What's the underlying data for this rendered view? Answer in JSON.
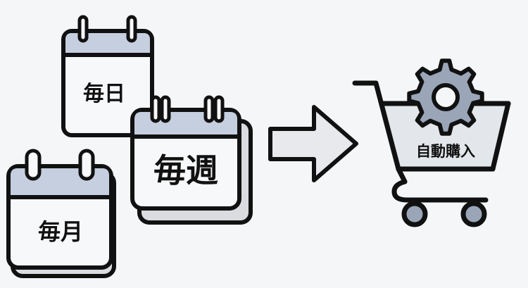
{
  "calendars": {
    "daily": "毎日",
    "weekly": "毎週",
    "monthly": "毎月"
  },
  "cart": {
    "label": "自動購入",
    "icon": "gear-icon"
  },
  "colors": {
    "outline": "#111111",
    "header": "#c5cfdf",
    "page": "#f7f8fa",
    "shadow": "#dadcdf",
    "gear": "#9aa6b8",
    "arrow": "#e7e9ec"
  }
}
